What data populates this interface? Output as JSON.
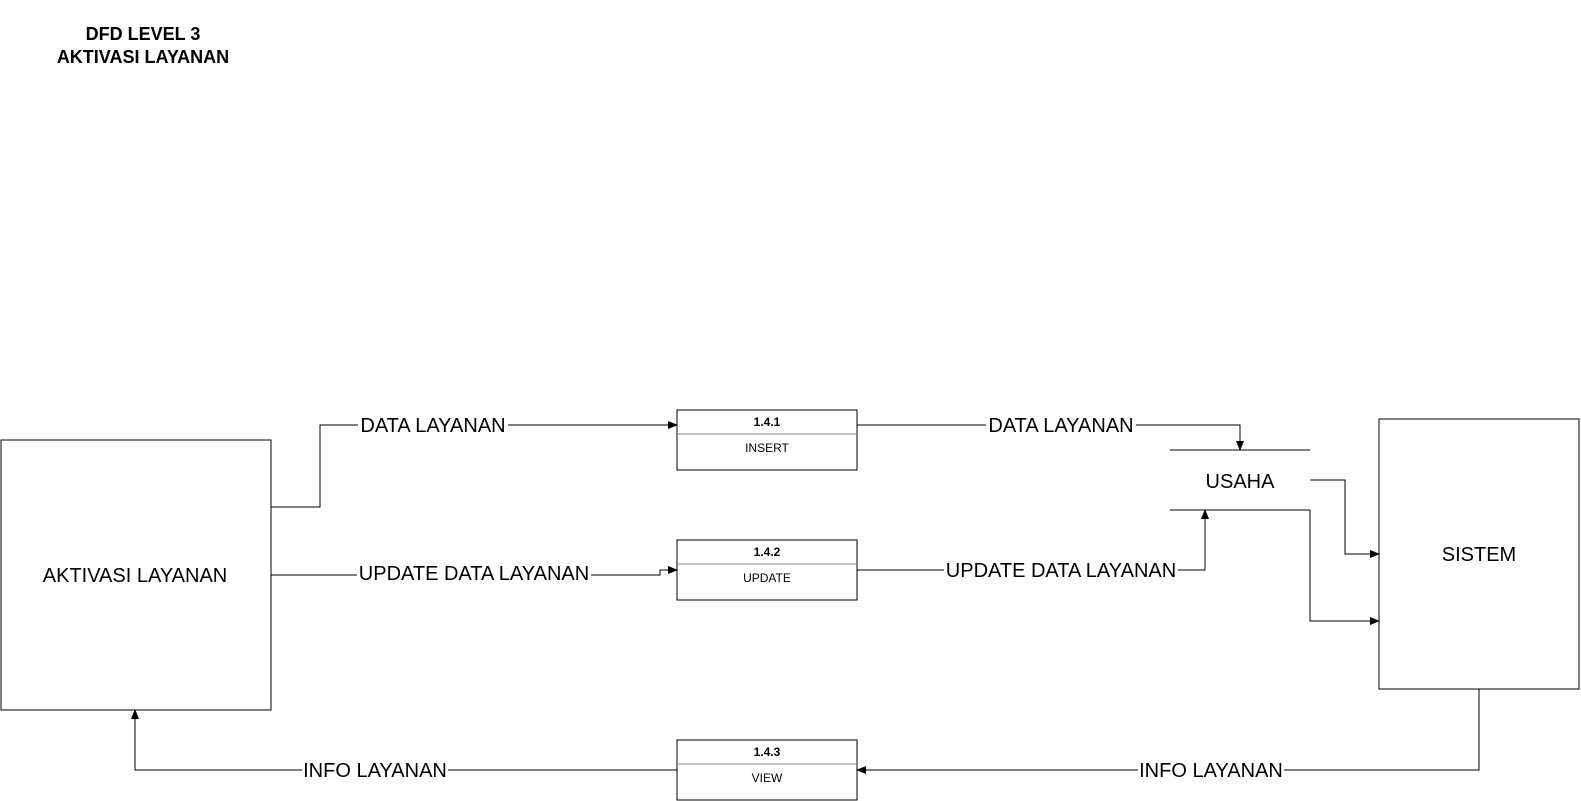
{
  "title": {
    "line1": "DFD LEVEL 3",
    "line2": "AKTIVASI LAYANAN"
  },
  "entities": {
    "left": "AKTIVASI LAYANAN",
    "right": "SISTEM"
  },
  "processes": [
    {
      "number": "1.4.1",
      "name": "INSERT"
    },
    {
      "number": "1.4.2",
      "name": "UPDATE"
    },
    {
      "number": "1.4.3",
      "name": "VIEW"
    }
  ],
  "data_store": {
    "name": "USAHA"
  },
  "flows": {
    "entity_to_insert": "DATA LAYANAN",
    "insert_to_store": "DATA LAYANAN",
    "entity_to_update": "UPDATE DATA LAYANAN",
    "update_to_store": "UPDATE DATA LAYANAN",
    "sistem_to_view": "INFO LAYANAN",
    "view_to_entity": "INFO LAYANAN"
  },
  "colors": {
    "stroke": "#000000",
    "divider": "#888888",
    "background": "#ffffff"
  }
}
